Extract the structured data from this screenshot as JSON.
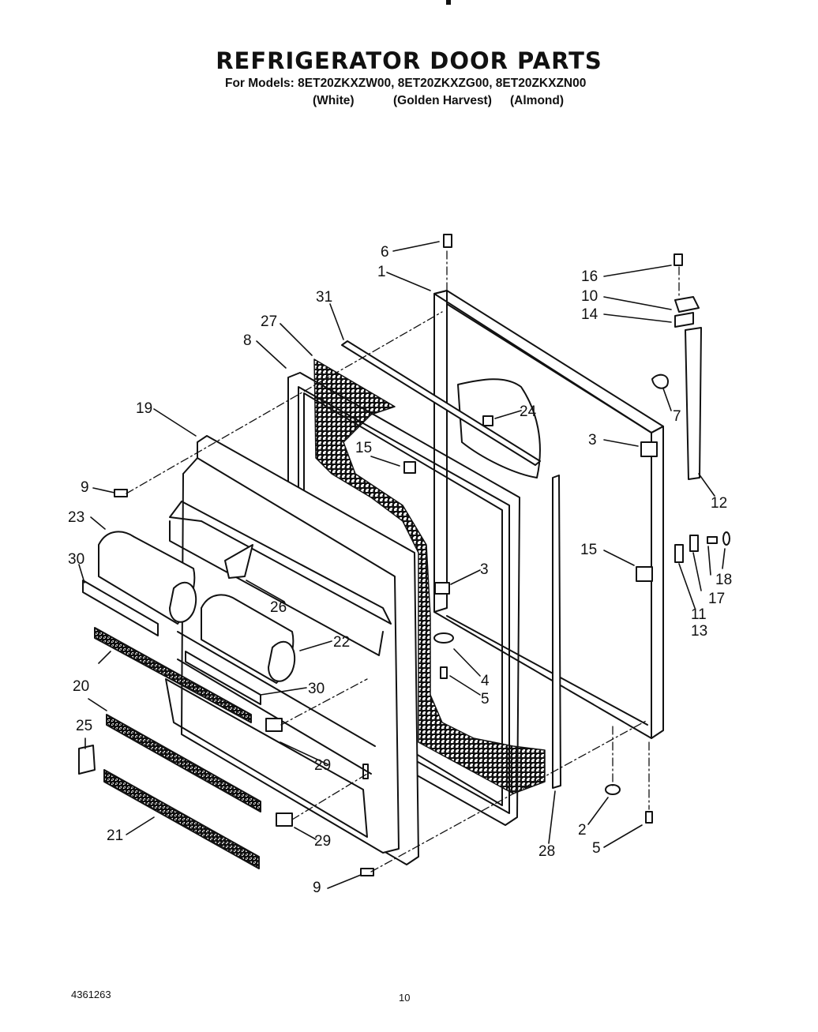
{
  "title": "REFRIGERATOR DOOR PARTS",
  "models_line": "For Models: 8ET20ZKXZW00, 8ET20ZKXZG00, 8ET20ZKXZN00",
  "colors": [
    "(White)",
    "(Golden Harvest)",
    "(Almond)"
  ],
  "doc_number": "4361263",
  "page_number": "10",
  "callouts": [
    "1",
    "2",
    "3",
    "3",
    "4",
    "5",
    "5",
    "6",
    "7",
    "8",
    "9",
    "9",
    "10",
    "11",
    "12",
    "13",
    "14",
    "15",
    "15",
    "16",
    "17",
    "18",
    "19",
    "20",
    "21",
    "22",
    "23",
    "24",
    "25",
    "26",
    "27",
    "28",
    "29",
    "29",
    "30",
    "30",
    "31"
  ]
}
